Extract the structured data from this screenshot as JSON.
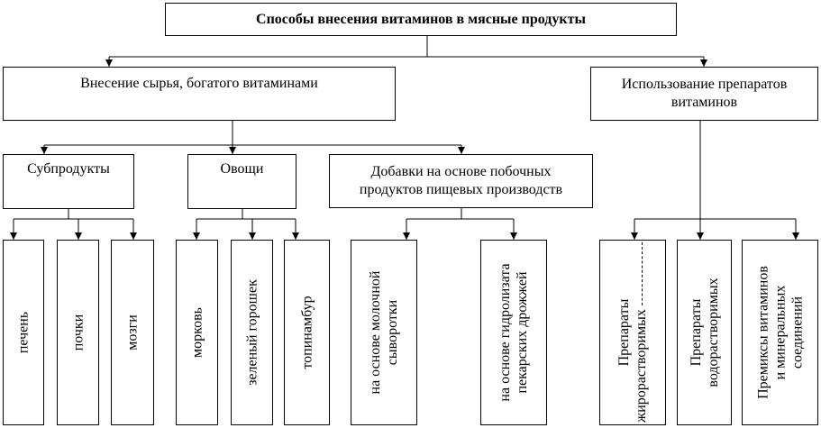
{
  "title": "Способы внесения витаминов в мясные продукты",
  "level1": {
    "raw": "Внесение сырья, богатого витаминами",
    "preparations": "Использование препаратов витаминов"
  },
  "level2": {
    "offal": "Субпродукты",
    "vegetables": "Овощи",
    "additives": "Добавки на основе побочных продуктов пищевых производств"
  },
  "leaves": {
    "liver": "печень",
    "kidneys": "почки",
    "brains": "мозги",
    "carrot": "морковь",
    "peas": "зеленый горошек",
    "topinambur": "топинамбур",
    "whey": [
      "на основе молочной",
      "сыворотки"
    ],
    "yeast": [
      "на основе гидролизата",
      "пекарских дрожжей"
    ],
    "fat_soluble": [
      "Препараты",
      "жирорастворимых"
    ],
    "water_soluble": [
      "Препараты",
      "водорастворимых"
    ],
    "premixes": [
      "Премиксы витаминов",
      "и минеральных",
      "соединений"
    ]
  }
}
